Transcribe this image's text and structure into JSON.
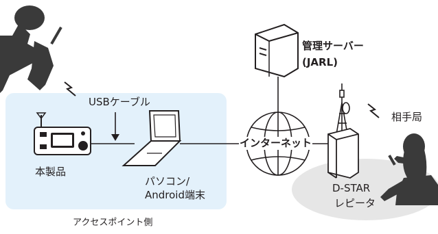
{
  "labels": {
    "usb_cable": "USBケーブル",
    "this_product": "本製品",
    "pc_line1": "パソコン/",
    "pc_line2": "Android端末",
    "access_point_side": "アクセスポイント側",
    "management_server_line1": "管理サーバー",
    "management_server_line2": "(JARL)",
    "internet": "インターネット",
    "partner_station": "相手局",
    "repeater_line1": "D-STAR",
    "repeater_line2": "レピータ"
  },
  "colors": {
    "access_point_panel": "#e3f1fb",
    "repeater_zone": "#e6e6e6",
    "person_silhouette": "#3a3a3a",
    "line": "#231f20",
    "device_fill": "#ffffff"
  }
}
